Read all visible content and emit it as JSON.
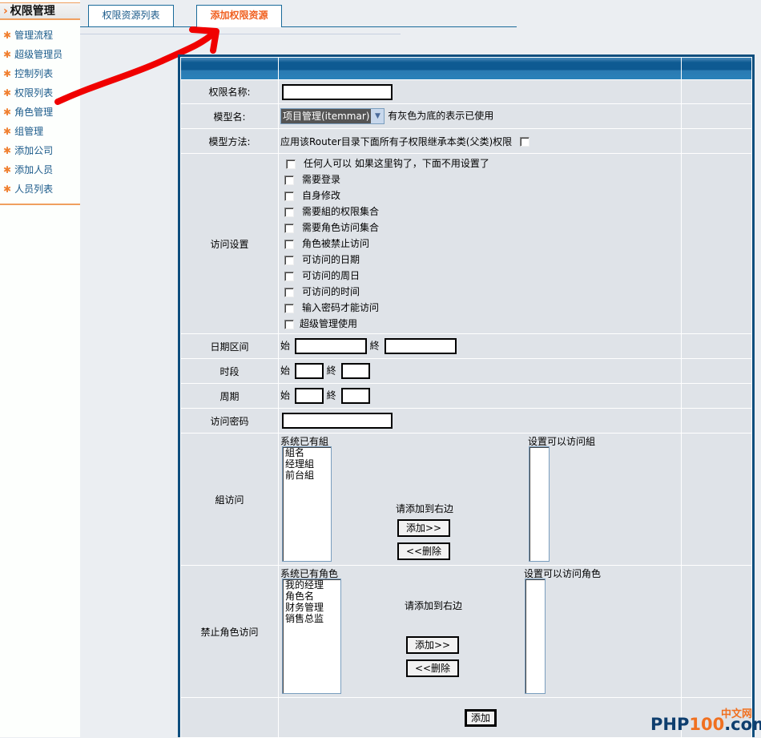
{
  "sidebar": {
    "title": "权限管理",
    "items": [
      {
        "label": "管理流程"
      },
      {
        "label": "超级管理员"
      },
      {
        "label": "控制列表"
      },
      {
        "label": "权限列表"
      },
      {
        "label": "角色管理"
      },
      {
        "label": "组管理"
      },
      {
        "label": "添加公司"
      },
      {
        "label": "添加人员"
      },
      {
        "label": "人员列表"
      }
    ]
  },
  "tabs": [
    {
      "label": "权限资源列表",
      "active": false
    },
    {
      "label": "添加权限资源",
      "active": true
    }
  ],
  "form": {
    "name": {
      "label": "权限名称:",
      "value": ""
    },
    "model": {
      "label": "模型名:",
      "selected": "项目管理(itemmar)",
      "hint": "有灰色为底的表示已使用"
    },
    "method": {
      "label": "模型方法:",
      "text": "应用该Router目录下面所有子权限继承本类(父类)权限"
    },
    "access": {
      "label": "访问设置",
      "options": [
        {
          "label": "任何人可以  如果这里钩了，下面不用设置了"
        },
        {
          "label": "需要登录"
        },
        {
          "label": "自身修改"
        },
        {
          "label": "需要組的权限集合"
        },
        {
          "label": "需要角色访问集合"
        },
        {
          "label": "角色被禁止访问"
        },
        {
          "label": "可访问的日期"
        },
        {
          "label": "可访问的周日"
        },
        {
          "label": "可访问的时间"
        },
        {
          "label": "输入密码才能访问"
        },
        {
          "label": "超级管理使用"
        }
      ]
    },
    "date_range": {
      "label": "日期区间",
      "start": "始",
      "end": "終",
      "start_value": "",
      "end_value": ""
    },
    "time_slot": {
      "label": "时段",
      "start": "始",
      "end": "終",
      "start_value": "",
      "end_value": ""
    },
    "period": {
      "label": "周期",
      "start": "始",
      "end": "終",
      "start_value": "",
      "end_value": ""
    },
    "password": {
      "label": "访问密码",
      "value": ""
    },
    "group_access": {
      "label": "組访问",
      "left_title": "系统已有組",
      "left_items": [
        "組名",
        "经理組",
        "前台組"
      ],
      "hint": "请添加到右边",
      "add_label": "添加>>",
      "remove_label": "<<删除",
      "right_title": "设置可以访问組",
      "right_items": []
    },
    "role_deny": {
      "label": "禁止角色访问",
      "left_title": "系统已有角色",
      "left_items": [
        "我的经理",
        "角色名",
        "财务管理",
        "销售总监"
      ],
      "hint": "请添加到右边",
      "add_label": "添加>>",
      "remove_label": "<<删除",
      "right_title": "设置可以访问角色",
      "right_items": []
    },
    "submit_label": "添加"
  },
  "watermark": {
    "cn": "中文网",
    "en_prefix": "PHP",
    "en_num": "100",
    "en_suffix": ".com"
  }
}
